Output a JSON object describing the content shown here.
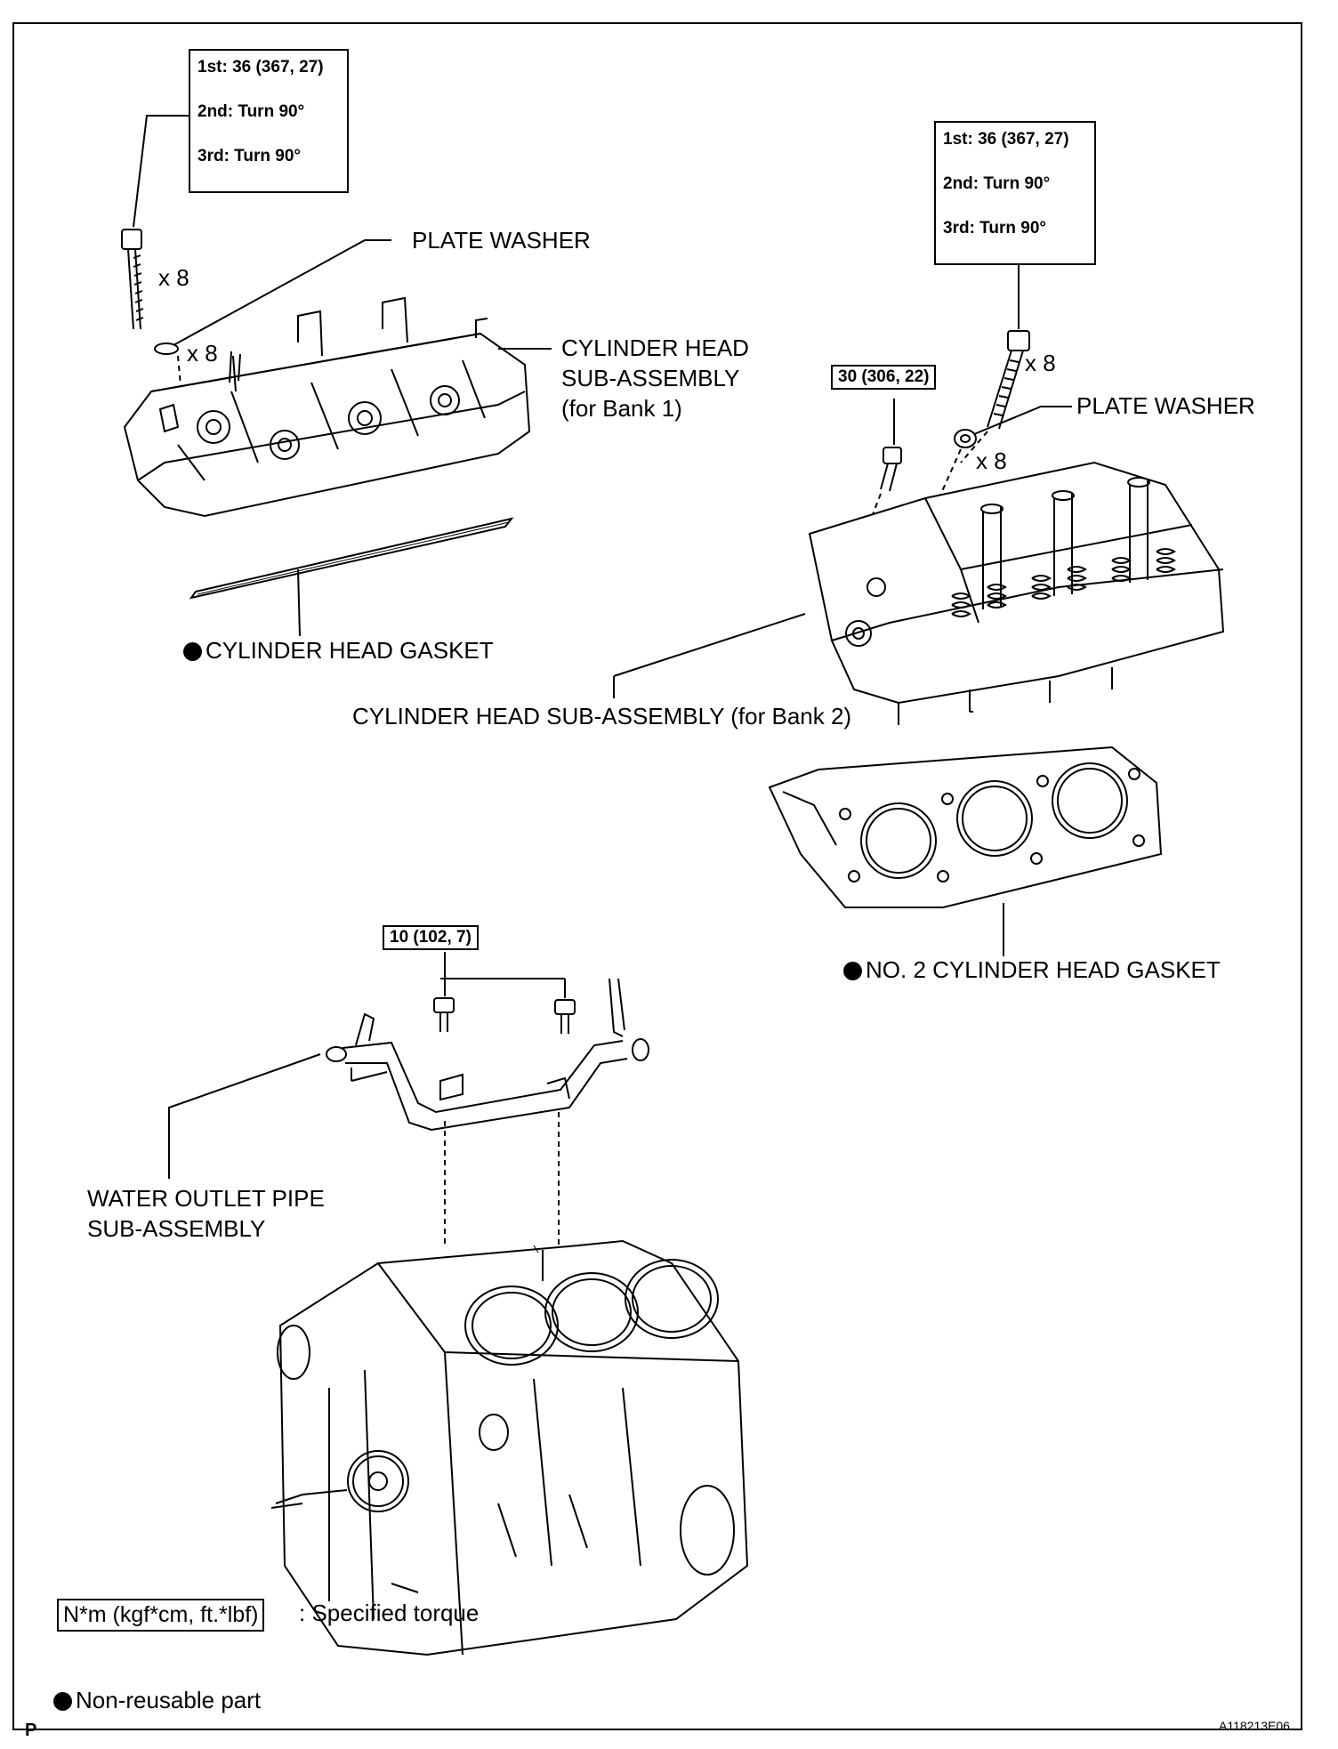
{
  "torque_boxes": {
    "bank1_bolt": [
      "1st: 36 (367, 27)",
      "2nd: Turn 90°",
      "3rd: Turn 90°"
    ],
    "bank2_bolt": [
      "1st: 36 (367, 27)",
      "2nd: Turn 90°",
      "3rd: Turn 90°"
    ],
    "bank2_small_bolt": "30 (306, 22)",
    "water_pipe_bolt": "10 (102, 7)"
  },
  "labels": {
    "plate_washer_1": "PLATE WASHER",
    "plate_washer_2": "PLATE WASHER",
    "qty_bolt_1": "x 8",
    "qty_washer_1": "x 8",
    "qty_bolt_2": "x 8",
    "qty_washer_2": "x 8",
    "head_bank1_l1": "CYLINDER HEAD",
    "head_bank1_l2": "SUB-ASSEMBLY",
    "head_bank1_l3": "(for Bank 1)",
    "head_gasket": "CYLINDER HEAD GASKET",
    "head_bank2": "CYLINDER HEAD SUB-ASSEMBLY (for Bank 2)",
    "no2_head_gasket": "NO. 2 CYLINDER HEAD GASKET",
    "water_pipe_l1": "WATER OUTLET PIPE",
    "water_pipe_l2": "SUB-ASSEMBLY"
  },
  "legend": {
    "torque_key": "N*m (kgf*cm, ft.*lbf)",
    "torque_desc": ": Specified torque",
    "non_reusable": "Non-reusable part"
  },
  "footer": {
    "corner_letter": "P",
    "figure_id": "A118213E06"
  }
}
